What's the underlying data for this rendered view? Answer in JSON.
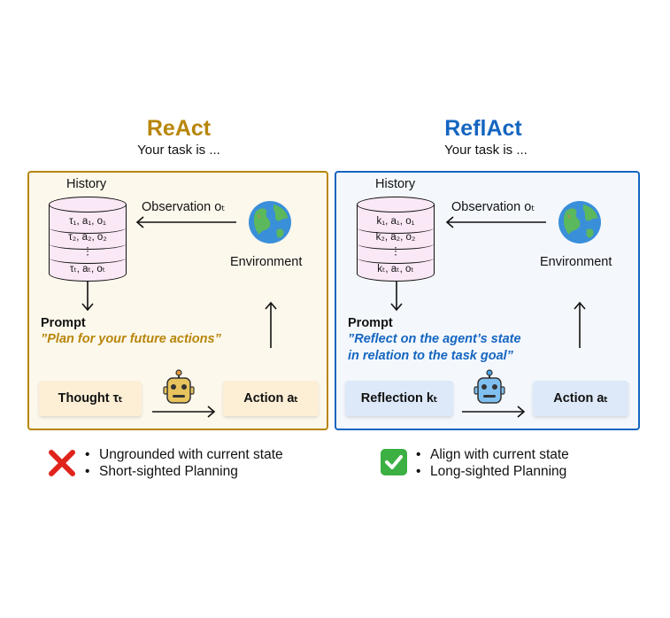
{
  "colors": {
    "react": "#b8860b",
    "reflact": "#1565c0",
    "react_fill": "#fdf8ec",
    "reflact_fill": "#f4f8fd",
    "cross": "#e0241c",
    "check": "#3cb043"
  },
  "left": {
    "title": "ReAct",
    "subtitle": "Your task is ...",
    "history_label": "History",
    "db_rows": [
      "τ₁, a₁, o₁",
      "τ₂, a₂, o₂",
      "⋮",
      "τₜ, aₜ, oₜ"
    ],
    "observation": "Observation oₜ",
    "environment": "Environment",
    "prompt_label": "Prompt",
    "prompt_text": "”Plan for your future actions”",
    "box_left": "Thought τₜ",
    "box_right": "Action aₜ",
    "bullets": [
      "Ungrounded with current state",
      "Short-sighted Planning"
    ],
    "verdict_icon": "cross-mark-icon"
  },
  "right": {
    "title": "ReflAct",
    "subtitle": "Your task is ...",
    "history_label": "History",
    "db_rows": [
      "k₁, a₁, o₁",
      "k₂, a₂, o₂",
      "⋮",
      "kₜ, aₜ, oₜ"
    ],
    "observation": "Observation oₜ",
    "environment": "Environment",
    "prompt_label": "Prompt",
    "prompt_line1": "”Reflect on the agent’s state",
    "prompt_line2": "in relation to the task goal”",
    "box_left": "Reflection kₜ",
    "box_right": "Action aₜ",
    "bullets": [
      "Align with current state",
      "Long-sighted Planning"
    ],
    "verdict_icon": "check-mark-icon"
  }
}
